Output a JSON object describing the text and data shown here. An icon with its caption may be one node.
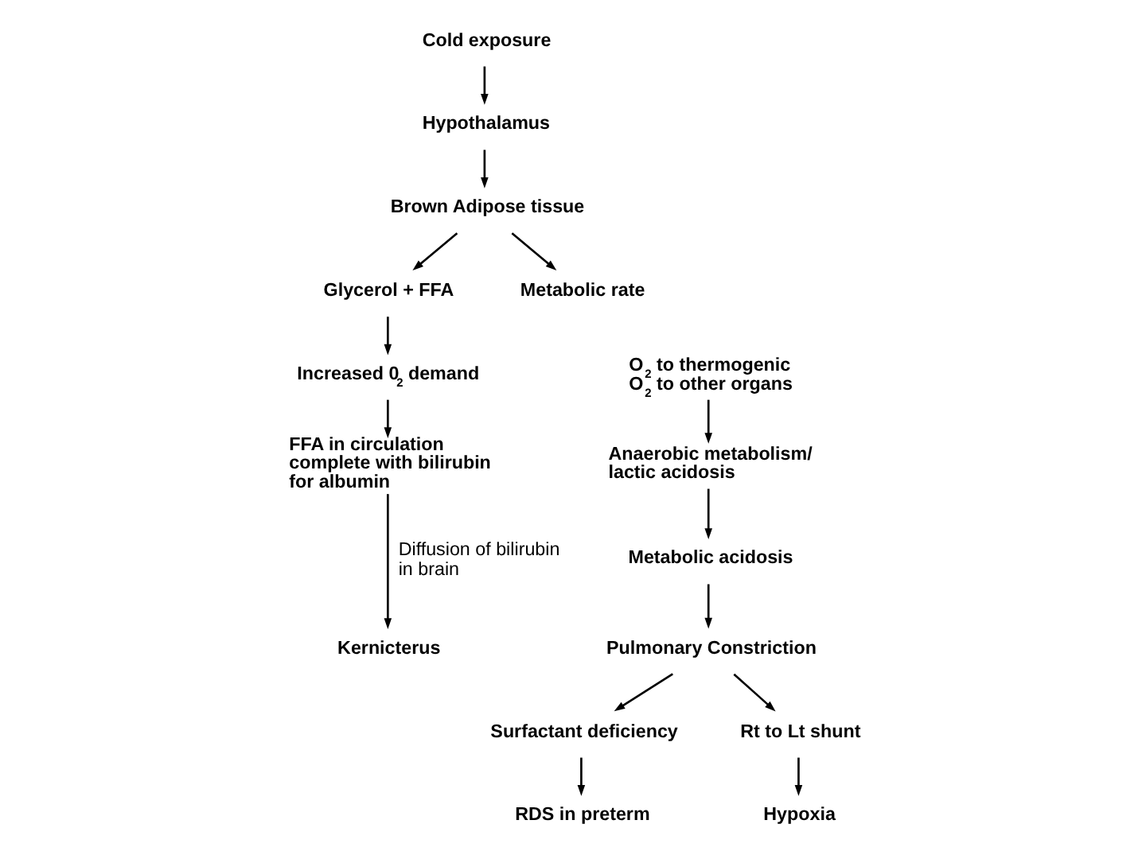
{
  "diagram": {
    "nodes": [
      {
        "text": [
          "Cold exposure"
        ]
      },
      {
        "text": [
          "Hypothalamus"
        ]
      },
      {
        "text": [
          "Brown Adipose tissue"
        ]
      },
      {
        "text": [
          "Glycerol + FFA"
        ]
      },
      {
        "text": [
          "Metabolic rate"
        ]
      },
      {
        "text": [
          "Increased 0$_{2}$ demand"
        ]
      },
      {
        "text": [
          "O$_{2}$ to thermogenic",
          "O$_{2}$ to other organs"
        ]
      },
      {
        "text": [
          "FFA in circulation complete with bilirubin for albumin"
        ]
      },
      {
        "text": [
          "Anaerobic metabolism/ lactic acidosis"
        ]
      },
      {
        "text": [
          "Metabolic acidosis"
        ]
      },
      {
        "text": [
          "Kernicterus"
        ]
      },
      {
        "text": [
          "Pulmonary Constriction"
        ]
      },
      {
        "text": [
          "Surfactant deficiency"
        ]
      },
      {
        "text": [
          "Rt to Lt shunt"
        ]
      },
      {
        "text": [
          "RDS in preterm"
        ]
      },
      {
        "text": [
          "Hypoxia"
        ]
      }
    ],
    "edges": [
      {
        "from": 0,
        "to": 1,
        "arrow": "to"
      },
      {
        "from": 1,
        "to": 2,
        "arrow": "to"
      },
      {
        "from": 2,
        "to": 3,
        "arrow": "to"
      },
      {
        "from": 2,
        "to": 4,
        "arrow": "to"
      },
      {
        "from": 3,
        "to": 5,
        "arrow": "to"
      },
      {
        "from": 5,
        "to": 7,
        "arrow": "to"
      },
      {
        "from": 7,
        "to": 10,
        "arrow": "to",
        "label": "Diffusion of bilirubin in brain"
      },
      {
        "from": 6,
        "to": 8,
        "arrow": "to"
      },
      {
        "from": 8,
        "to": 9,
        "arrow": "to"
      },
      {
        "from": 9,
        "to": 11,
        "arrow": "to"
      },
      {
        "from": 11,
        "to": 12,
        "arrow": "to"
      },
      {
        "from": 11,
        "to": 13,
        "arrow": "to"
      },
      {
        "from": 12,
        "to": 14,
        "arrow": "to"
      },
      {
        "from": 13,
        "to": 15,
        "arrow": "to"
      }
    ]
  }
}
